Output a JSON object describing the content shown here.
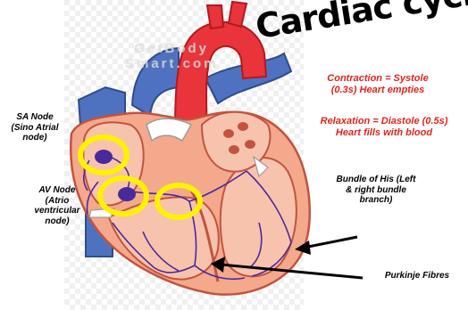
{
  "title": "Cardiac cycle",
  "watermark": {
    "line1": "GetBody",
    "line2": "Smart.com"
  },
  "systole": {
    "line1": "Contraction = Systole",
    "line2": "(0.3s) Heart empties"
  },
  "diastole": {
    "line1": "Relaxation = Diastole (0.5s)",
    "line2": "Heart fills with blood"
  },
  "sa_node": {
    "line1": "SA Node",
    "line2": "(Sino Atrial",
    "line3": "node)"
  },
  "av_node": {
    "line1": "AV Node",
    "line2": "(Atrio",
    "line3": "ventricular",
    "line4": "node)"
  },
  "bundle": {
    "line1": "Bundle of His (Left",
    "line2": "& right bundle",
    "line3": "branch)"
  },
  "purkinje": "Purkinje Fibres",
  "colors": {
    "highlight_ring": "#fff200",
    "aorta_red": "#e8343a",
    "vena_blue": "#4f72c0",
    "heart_wall": "#f4a98c",
    "conduction": "#4a2a9a",
    "text_red": "#e0241b"
  }
}
